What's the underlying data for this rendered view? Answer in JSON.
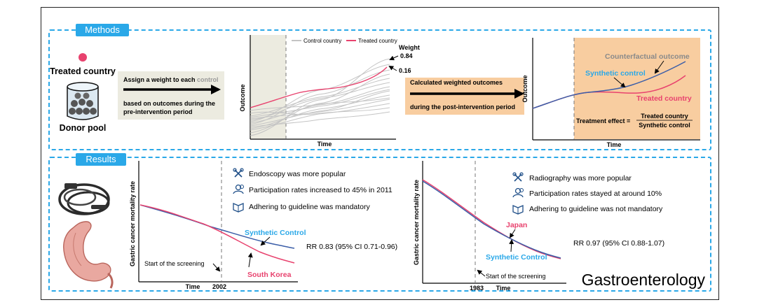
{
  "sections": {
    "methods_label": "Methods",
    "results_label": "Results"
  },
  "methods": {
    "treated_country_label": "Treated country",
    "donor_pool_label": "Donor pool",
    "assign_weight_text_a": "Assign a weight to each",
    "assign_weight_text_b": "control",
    "assign_weight_text_c": "based on outcomes during the",
    "assign_weight_text_d": "pre-intervention period",
    "calc_text_a": "Calculated weighted outcomes",
    "calc_text_b": "during the post-intervention period",
    "chart1": {
      "legend_control": "Control country",
      "legend_treated": "Treated country",
      "ylabel": "Outcome",
      "xlabel": "Time",
      "weight_label": "Weight",
      "weight_high": "0.84",
      "weight_low": "0.16"
    },
    "chart2": {
      "ylabel": "Outcome",
      "xlabel": "Time",
      "counterfactual_label": "Counterfactual outcome",
      "synthetic_label": "Synthetic control",
      "treated_label": "Treated country",
      "effect_label": "Treatment effect =",
      "effect_numerator": "Treated country",
      "effect_denominator": "Synthetic control"
    }
  },
  "results": {
    "korea": {
      "ylabel": "Gastric cancer mortality rate",
      "xlabel": "Time",
      "year_tick": "2002",
      "start_label": "Start of the screening",
      "synthetic_label": "Synthetic Control",
      "country_label": "South Korea",
      "rr_text": "RR 0.83 (95% CI 0.71-0.96)",
      "bullets": [
        "Endoscopy was more popular",
        "Participation rates increased to 45% in 2011",
        "Adhering to guideline was mandatory"
      ]
    },
    "japan": {
      "ylabel": "Gastric cancer mortality rate",
      "xlabel": "Time",
      "year_tick": "1983",
      "start_label": "Start of the screening",
      "synthetic_label": "Synthetic Control",
      "country_label": "Japan",
      "rr_text": "RR 0.97 (95% CI 0.88-1.07)",
      "bullets": [
        "Radiography was more popular",
        "Participation rates stayed at around 10%",
        "Adhering to guideline was not mandatory"
      ]
    },
    "journal_logo": "Gastroenterology"
  },
  "colors": {
    "accent_blue": "#2aa8e8",
    "treated_red": "#e8426e",
    "synthetic_blue": "#3b5ea8",
    "control_gray": "#c4c4c4",
    "pre_period_shade": "#ecebe0",
    "post_period_shade": "#f8cda0",
    "calc_box": "#f8cda0",
    "assign_box": "#ecebe0"
  }
}
